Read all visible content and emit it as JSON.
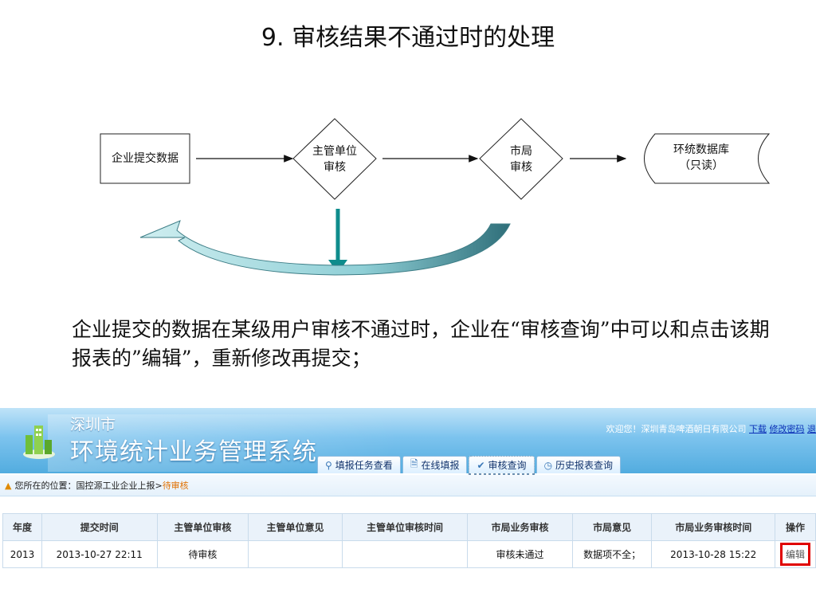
{
  "slide": {
    "title": "9. 审核结果不通过时的处理",
    "description": "企业提交的数据在某级用户审核不通过时，企业在“审核查询”中可以和点击该期报表的”编辑”，重新修改再提交；"
  },
  "flow": {
    "start_box": "企业提交数据",
    "diamond1_line1": "主管单位",
    "diamond1_line2": "审核",
    "diamond2_line1": "市局",
    "diamond2_line2": "审核",
    "db_line1": "环统数据库",
    "db_line2": "（只读）",
    "colors": {
      "return_arrow": "#0e8c8c",
      "curve": "#9fd3d8"
    }
  },
  "app": {
    "city": "深圳市",
    "system_name": "环境统计业务管理系统",
    "welcome_text": "欢迎您！深圳青岛啤酒朝日有限公司",
    "welcome_links": [
      "下载",
      "修改密码",
      "退"
    ],
    "tabs": [
      {
        "icon": "search-icon",
        "label": "填报任务查看"
      },
      {
        "icon": "document-icon",
        "label": "在线填报"
      },
      {
        "icon": "check-icon",
        "label": "审核查询"
      },
      {
        "icon": "history-icon",
        "label": "历史报表查询"
      }
    ],
    "breadcrumb": {
      "prefix": "您所在的位置：",
      "path": "国控源工业企业上报",
      "separator": " > ",
      "current": "待审核"
    },
    "table": {
      "headers": [
        "年度",
        "提交时间",
        "主管单位审核",
        "主管单位意见",
        "主管单位审核时间",
        "市局业务审核",
        "市局意见",
        "市局业务审核时间",
        "操作"
      ],
      "rows": [
        [
          "2013",
          "2013-10-27 22:11",
          "待审核",
          "",
          "",
          "审核未通过",
          "数据项不全；",
          "2013-10-28 15:22",
          "编辑"
        ]
      ]
    },
    "colors": {
      "header_top": "#bfe3f8",
      "header_bottom": "#52acdf",
      "highlight": "#e00000"
    }
  }
}
